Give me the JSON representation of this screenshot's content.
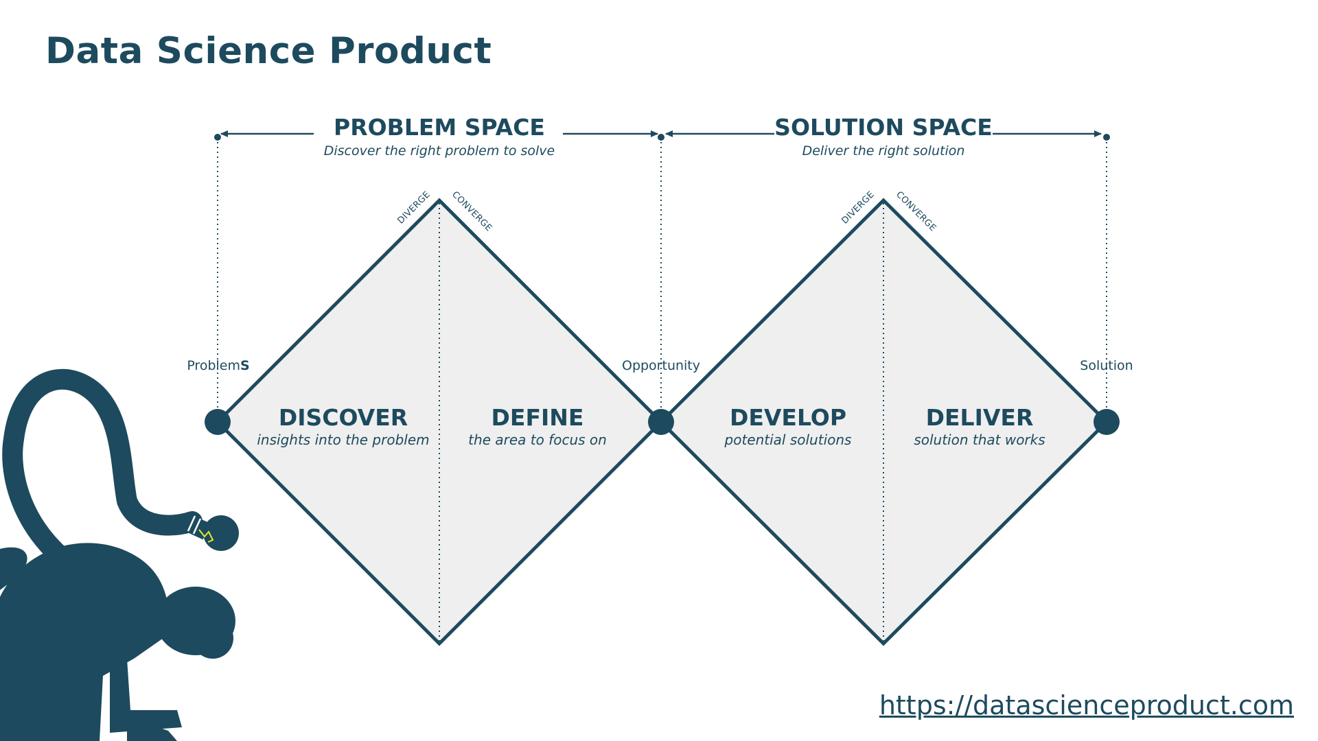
{
  "title": "Data Science Product",
  "problem_space": {
    "title": "PROBLEM SPACE",
    "subtitle": "Discover the right problem to solve"
  },
  "solution_space": {
    "title": "SOLUTION SPACE",
    "subtitle": "Deliver the right solution"
  },
  "phases": [
    {
      "title": "DISCOVER",
      "subtitle": "insights into the problem"
    },
    {
      "title": "DEFINE",
      "subtitle": "the area to focus on"
    },
    {
      "title": "DEVELOP",
      "subtitle": "potential solutions"
    },
    {
      "title": "DELIVER",
      "subtitle": "solution that works"
    }
  ],
  "points": {
    "problems_prefix": "Problem",
    "problems_suffix": "S",
    "opportunity": "Opportunity",
    "solution": "Solution"
  },
  "directions": {
    "diverge": "DIVERGE",
    "converge": "CONVERGE"
  },
  "link": "https://datascienceproduct.com",
  "colors": {
    "primary": "#1d4a5e",
    "diamond_fill": "#efefef",
    "bulb_accent": "#e4e830"
  },
  "icons": [
    "monkey-logo-icon",
    "lightbulb-icon"
  ]
}
